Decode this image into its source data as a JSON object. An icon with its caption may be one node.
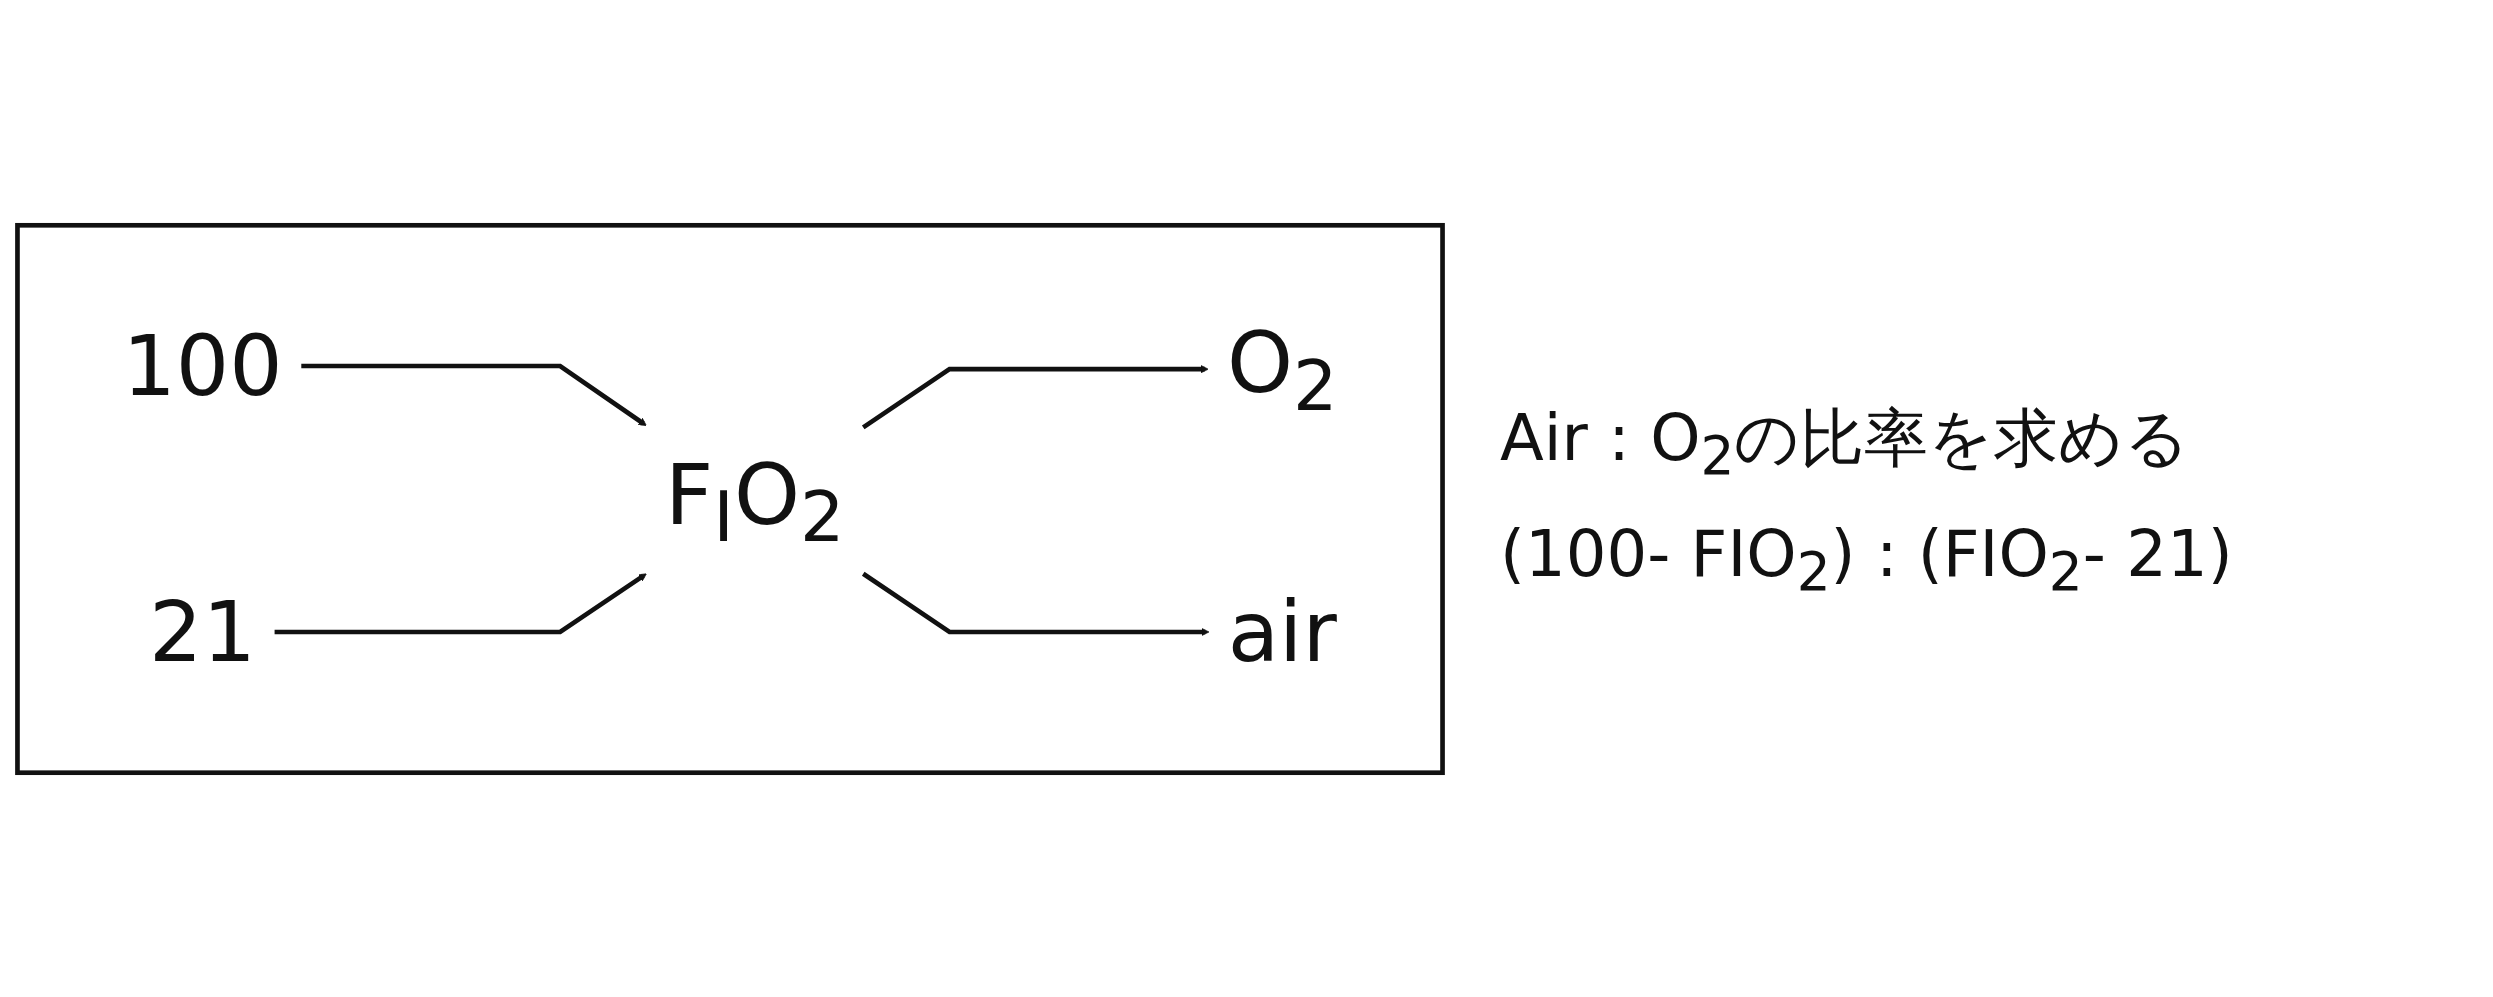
{
  "diagram": {
    "nodes": [
      {
        "text": [],
        "shape": "box"
      },
      {
        "text": [
          "100"
        ],
        "in": 0
      },
      {
        "text": [
          "21"
        ],
        "in": 0
      },
      {
        "text": [
          "F$_{I}$O$_{2}$"
        ],
        "in": 0
      },
      {
        "text": [
          "O$_{2}$"
        ],
        "in": 0
      },
      {
        "text": [
          "air"
        ],
        "in": 0
      }
    ],
    "edges": [
      {
        "from": 1,
        "to": 3,
        "arrow": "to"
      },
      {
        "from": 2,
        "to": 3,
        "arrow": "to"
      },
      {
        "from": 3,
        "to": 4,
        "arrow": "to"
      },
      {
        "from": 3,
        "to": 5,
        "arrow": "to"
      }
    ],
    "labels": [
      "Air : O$_{2}$の比率を求める",
      "(100- FIO$_{2}$) : (FIO$_{2}$- 21)"
    ]
  }
}
